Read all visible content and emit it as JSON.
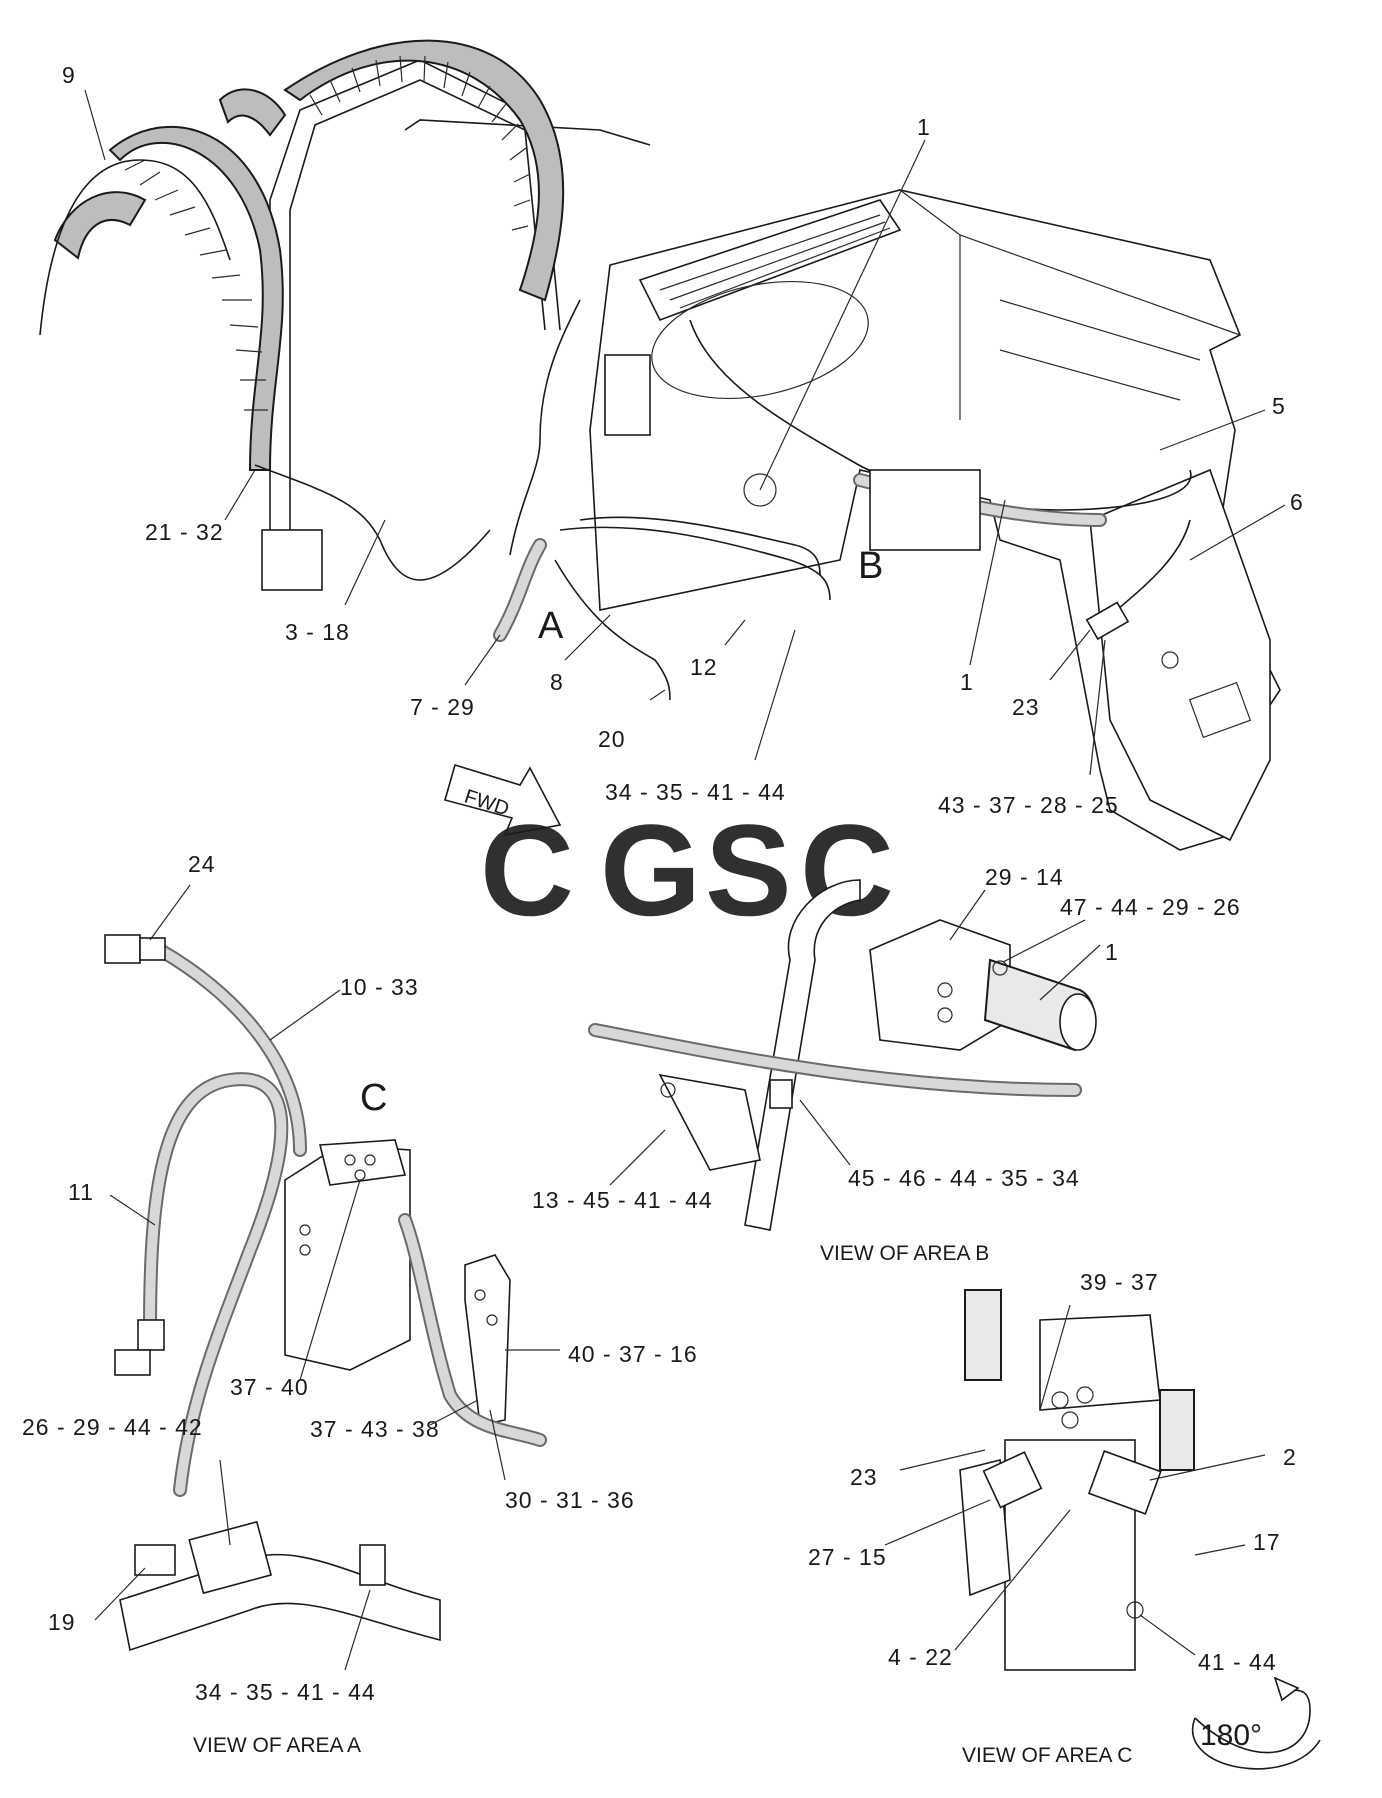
{
  "callouts": {
    "c9": "9",
    "c1_top": "1",
    "c5": "5",
    "c6": "6",
    "c21_32": "21 - 32",
    "c3_18": "3 - 18",
    "c7_29": "7 - 29",
    "c8": "8",
    "c12": "12",
    "c20": "20",
    "c1_mid": "1",
    "c23_top": "23",
    "c34_35_41_44_top": "34 - 35 - 41 - 44",
    "c43_37_28_25": "43 - 37 - 28 - 25",
    "c24": "24",
    "c10_33": "10 - 33",
    "c11": "11",
    "c37_40": "37 - 40",
    "c26_29_44_42": "26 - 29 - 44 - 42",
    "c37_43_38": "37 - 43 - 38",
    "c40_37_16": "40 - 37 - 16",
    "c30_31_36": "30 - 31 - 36",
    "c19": "19",
    "c34_35_41_44_bot": "34 - 35 - 41 - 44",
    "c29_14": "29 - 14",
    "c47_44_29_26": "47 - 44 - 29 - 26",
    "c1_b": "1",
    "c13_45_41_44": "13 - 45 - 41 - 44",
    "c45_46_44_35_34": "45 - 46 - 44 - 35 - 34",
    "c39_37": "39 - 37",
    "c2": "2",
    "c23_c": "23",
    "c27_15": "27 - 15",
    "c17": "17",
    "c4_22": "4 - 22",
    "c41_44": "41 - 44"
  },
  "area_letters": {
    "a": "A",
    "b": "B",
    "c_main": "C"
  },
  "captions": {
    "view_a": "VIEW OF AREA A",
    "view_b": "VIEW OF AREA B",
    "view_c": "VIEW OF AREA C"
  },
  "fwd_label": "FWD",
  "rotation_label": "180°",
  "watermark": {
    "text": "CGSC",
    "colors": [
      "#6d9eeb",
      "#ea9999",
      "#ffe599",
      "#93c47d"
    ]
  }
}
